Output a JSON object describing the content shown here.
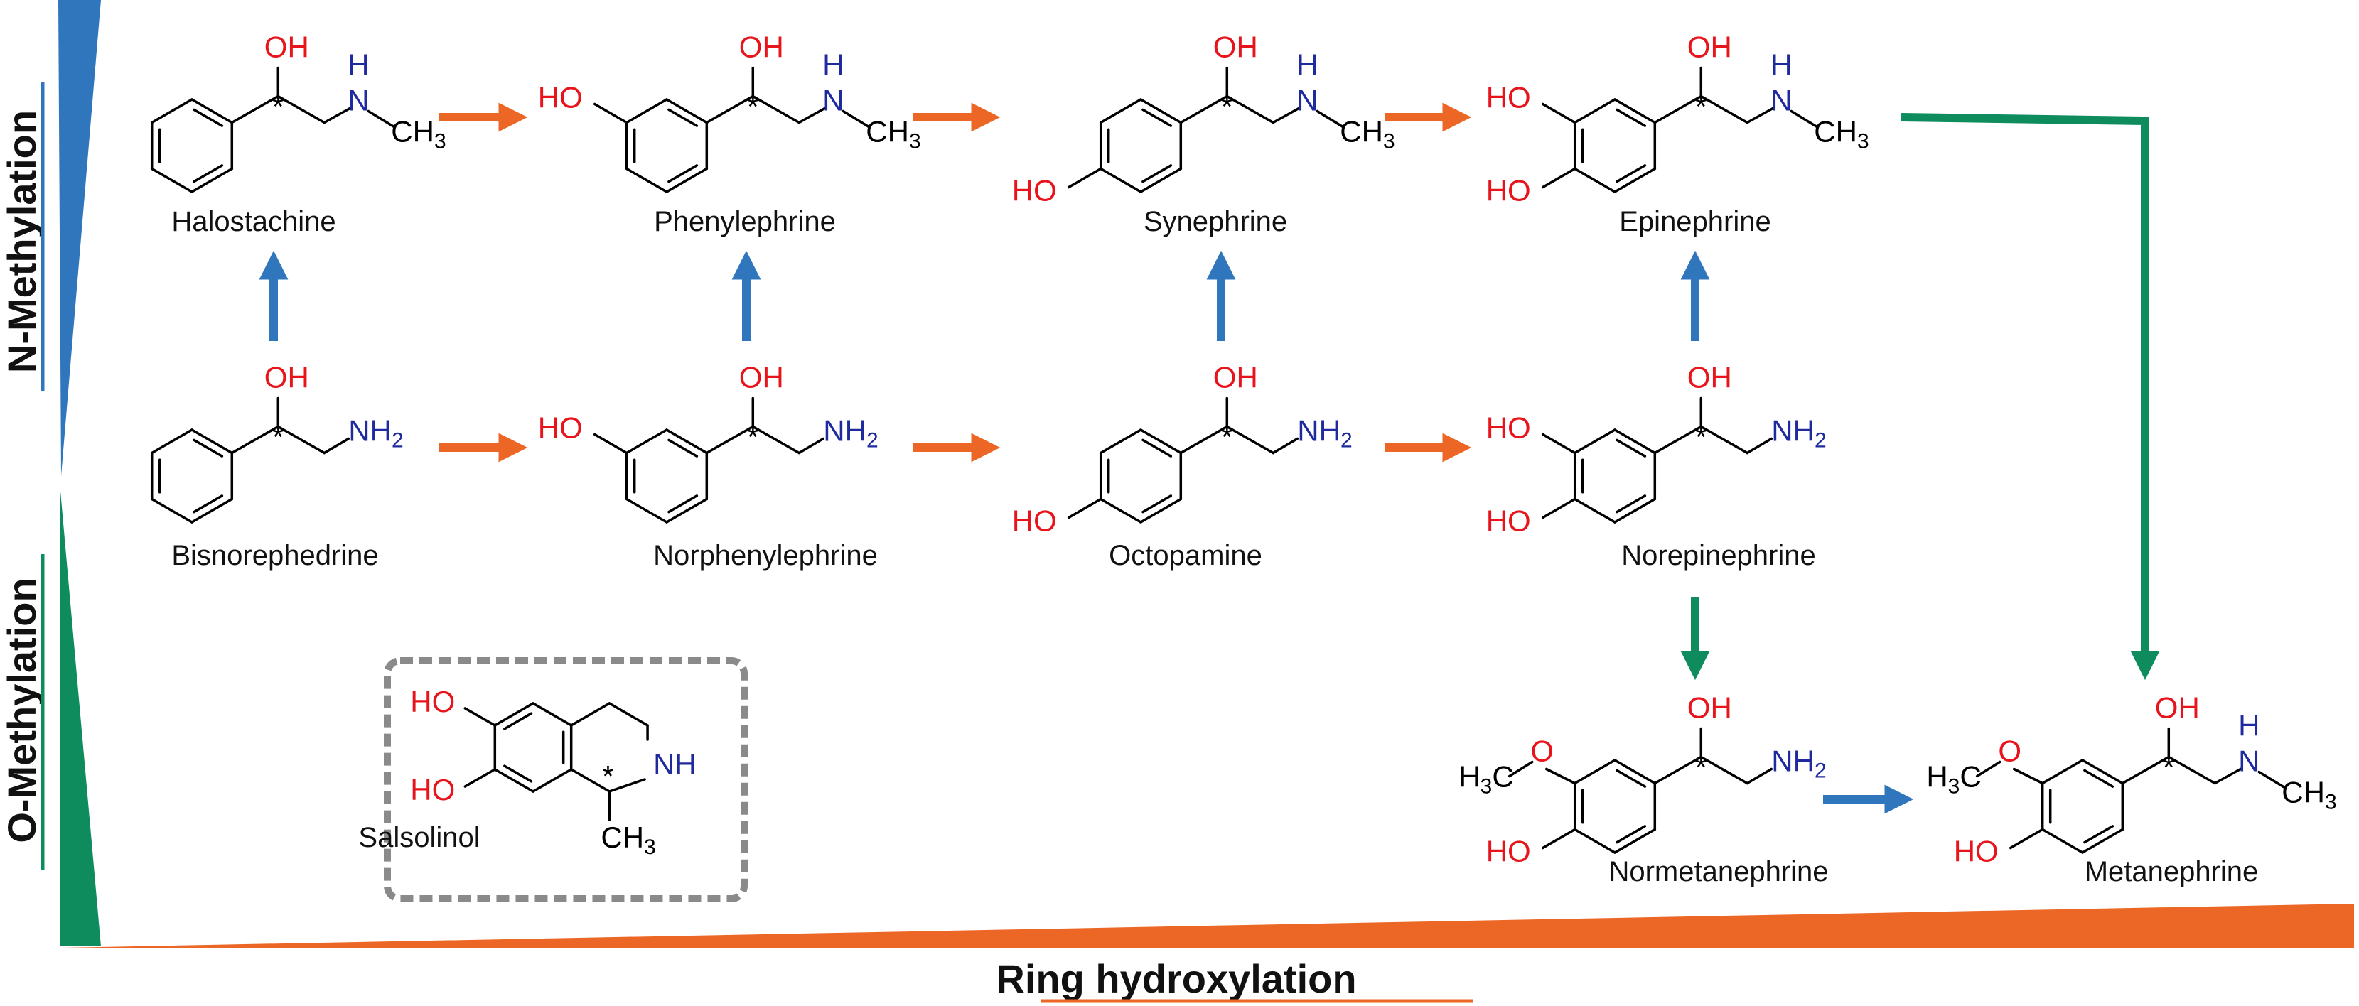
{
  "axes": {
    "n_methylation": "N-Methylation",
    "o_methylation": "O-Methylation",
    "ring_hydroxylation": "Ring hydroxylation"
  },
  "compounds": {
    "halostachine": "Halostachine",
    "phenylephrine": "Phenylephrine",
    "synephrine": "Synephrine",
    "epinephrine": "Epinephrine",
    "bisnorephedrine": "Bisnorephedrine",
    "norphenylephrine": "Norphenylephrine",
    "octopamine": "Octopamine",
    "norepinephrine": "Norepinephrine",
    "normetanephrine": "Normetanephrine",
    "metanephrine": "Metanephrine",
    "salsolinol": "Salsolinol"
  },
  "atoms": {
    "oh": "OH",
    "ho": "HO",
    "o": "O",
    "n": "N",
    "h": "H",
    "nh": "NH",
    "nh2_main": "NH",
    "nh2_sub": "2",
    "ch3_main": "CH",
    "ch3_sub": "3",
    "h3c_h": "H",
    "h3c_sub": "3",
    "h3c_c": "C",
    "stereo": "*"
  },
  "colors": {
    "oxygen": "#e8141c",
    "nitrogen": "#1f2a9e",
    "carbon": "#000000",
    "ring_hydroxylation_arrow": "#ec6725",
    "n_methylation_arrow": "#2f76bd",
    "o_methylation_arrow": "#0e8c5e",
    "salsolinol_box": "#8a8a8a"
  }
}
